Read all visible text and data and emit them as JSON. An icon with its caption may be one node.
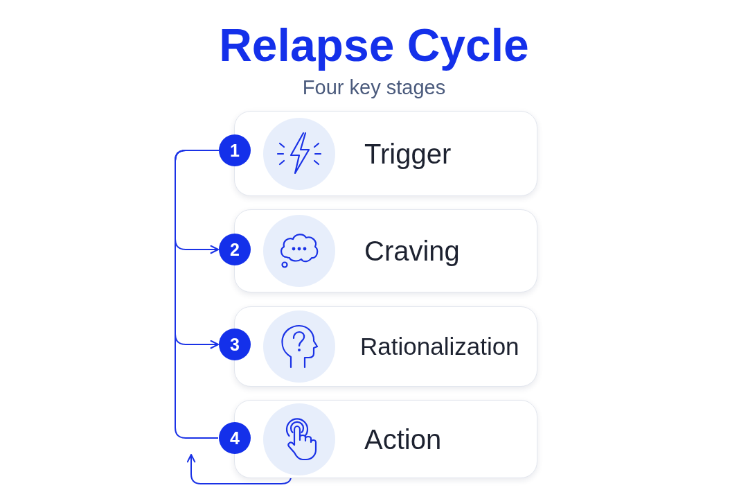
{
  "diagram": {
    "title": "Relapse Cycle",
    "nodes": [
      {
        "text": [
          "1"
        ]
      },
      {
        "text": [
          "Trigger"
        ]
      },
      {
        "text": [
          "2"
        ]
      },
      {
        "text": [
          "Craving"
        ]
      },
      {
        "text": [
          "3"
        ]
      },
      {
        "text": [
          "Rationalization"
        ]
      },
      {
        "text": [
          "4"
        ]
      },
      {
        "text": [
          "Action"
        ]
      }
    ],
    "edges": [
      {
        "from": 0,
        "to": 2,
        "arrow": "to"
      },
      {
        "from": 0,
        "to": 4,
        "arrow": "to"
      },
      {
        "from": 0,
        "to": 6,
        "arrow": "none"
      },
      {
        "from": 7,
        "to": null,
        "arrow": "to"
      }
    ],
    "labels": [
      "Four key stages"
    ]
  }
}
